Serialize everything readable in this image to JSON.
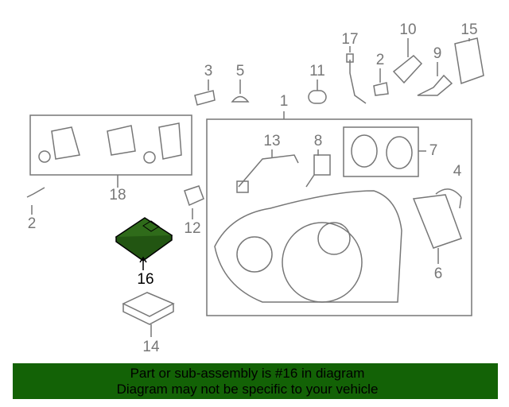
{
  "callouts": {
    "c1": "1",
    "c2a": "2",
    "c2b": "2",
    "c3": "3",
    "c4": "4",
    "c5": "5",
    "c6": "6",
    "c7": "7",
    "c8": "8",
    "c9": "9",
    "c10": "10",
    "c11": "11",
    "c12": "12",
    "c13": "13",
    "c14": "14",
    "c15": "15",
    "c16": "16",
    "c17": "17",
    "c18": "18"
  },
  "banner": {
    "line1": "Part or sub-assembly is #16 in diagram",
    "line2": "Diagram may not be specific to your vehicle"
  },
  "colors": {
    "highlight": "#2f6b1a",
    "banner": "#136206",
    "line": "#777777"
  }
}
